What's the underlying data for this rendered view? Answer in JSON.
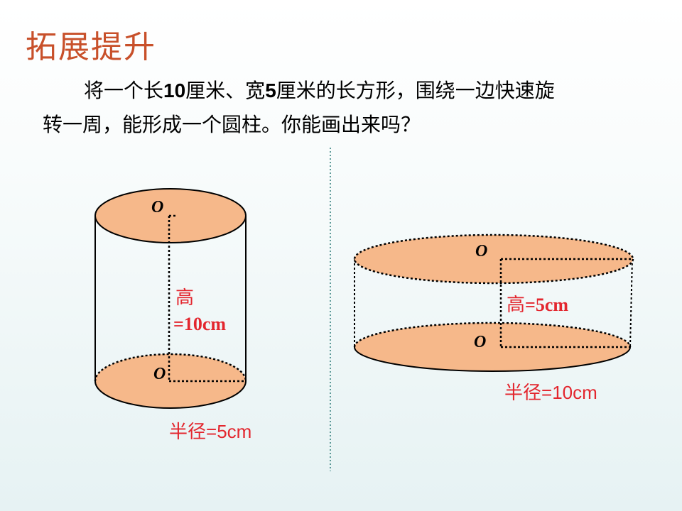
{
  "slide": {
    "title": "拓展提升",
    "problem": {
      "seg1": "将一个长",
      "length": "10",
      "seg2": "厘米、宽",
      "width": "5",
      "seg3": "厘米的长方形，围绕一边快速旋",
      "line2": "转一周，能形成一个圆柱。你能画出来吗？"
    }
  },
  "cylinder_tall": {
    "top_center": "O",
    "bottom_center": "O",
    "height_label_char": "高",
    "height_label_value": "=10cm",
    "radius_label_prefix": "半径",
    "radius_label_value": "=5cm"
  },
  "cylinder_wide": {
    "top_center": "O",
    "bottom_center": "O",
    "height_label_char": "高",
    "height_label_value": "=5cm",
    "radius_label_prefix": "半径",
    "radius_label_value": "=10cm"
  },
  "colors": {
    "title": "#c8502a",
    "label_red": "#e3262e",
    "face_fill": "#f6b88a"
  }
}
